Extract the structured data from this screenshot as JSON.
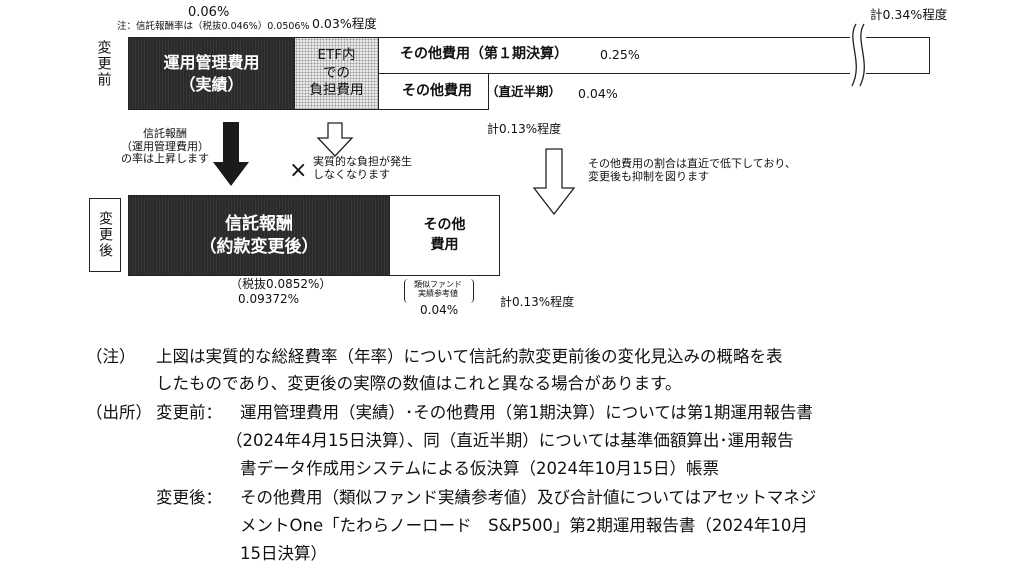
{
  "before": {
    "label": "変更前",
    "mgmt_fee_total": "0.06%",
    "mgmt_fee_note": "注：信託報酬率は（税抜0.046%）0.0506%",
    "mgmt_box": "運用管理費用\n（実績）",
    "etf_rate": "0.03%程度",
    "etf_box": "ETF内\nでの\n負担費用",
    "other1_label": "その他費用（第１期決算）",
    "other1_value": "0.25%",
    "other2_label": "その他費用",
    "other2_suffix": "（直近半期）",
    "other2_value": "0.04%",
    "total1": "計0.34%程度",
    "total2": "計0.13%程度"
  },
  "arrows": {
    "left_note": "信託報酬\n（運用管理費用）\nの率は上昇します",
    "middle_note": "実質的な負担が発生\nしなくなります",
    "cross": "×",
    "right_note": "その他費用の割合は直近で低下しており、\n変更後も抑制を図ります"
  },
  "after": {
    "label": "変更後",
    "trust_box": "信託報酬\n（約款変更後）",
    "trust_rate_ex": "（税抜0.0852%）",
    "trust_rate": "0.09372%",
    "other_box": "その他\n費用",
    "other_ref": "類似ファンド\n実績参考値",
    "other_value": "0.04%",
    "total": "計0.13%程度"
  },
  "notes": {
    "note_tag": "（注）",
    "note_text_1": "上図は実質的な総経費率（年率）について信託約款変更前後の変化見込みの概略を表",
    "note_text_2": "したものであり、変更後の実際の数値はこれと異なる場合があります。",
    "source_tag": "（出所）",
    "before_tag": "変更前：",
    "before_text_1": "運用管理費用（実績）･その他費用（第1期決算）については第1期運用報告書",
    "before_text_2": "（2024年4月15日決算）、同（直近半期）については基準価額算出･運用報告",
    "before_text_3": "書データ作成用システムによる仮決算（2024年10月15日）帳票",
    "after_tag": "変更後：",
    "after_text_1": "その他費用（類似ファンド実績参考値）及び合計値についてはアセットマネジ",
    "after_text_2": "メントOne「たわらノーロード　S&P500」第2期運用報告書（2024年10月",
    "after_text_3": "15日決算）"
  },
  "colors": {
    "dark_fill": "#2a2a2a",
    "dotted_fill": "#eaeaea",
    "line": "#222222"
  }
}
